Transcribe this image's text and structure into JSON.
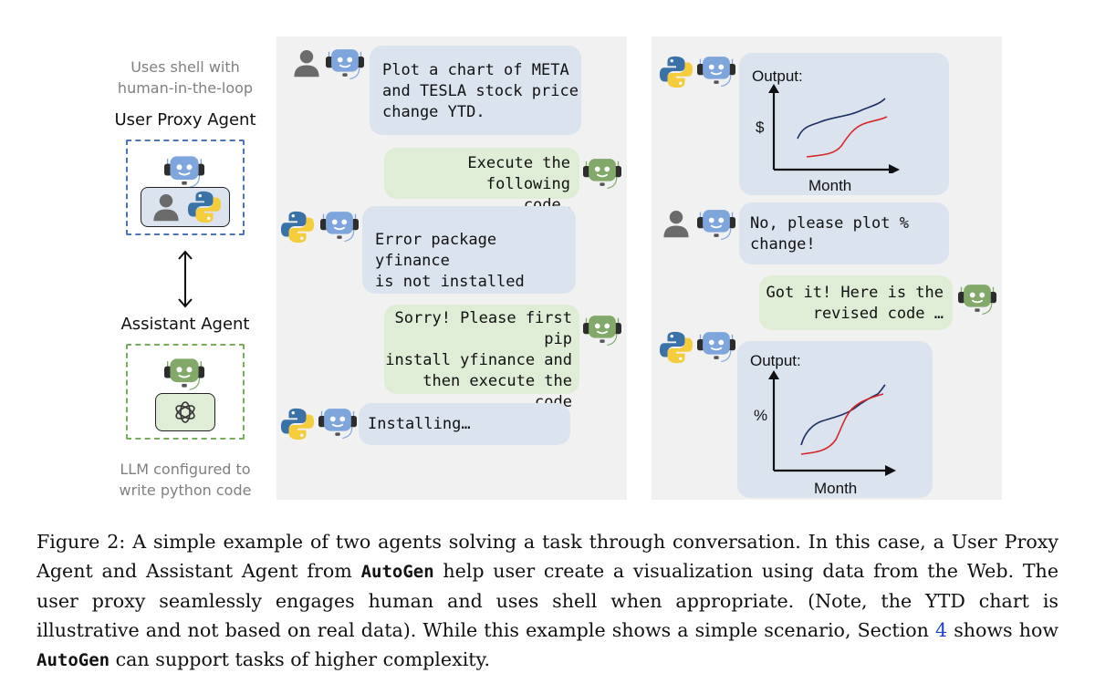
{
  "legend": {
    "user_proxy_note_1": "Uses shell with",
    "user_proxy_note_2": "human-in-the-loop",
    "user_proxy_title": "User Proxy Agent",
    "assistant_title": "Assistant Agent",
    "assistant_note_1": "LLM configured to",
    "assistant_note_2": "write python code"
  },
  "conversation_left": {
    "msg1": "Plot a chart of META\nand TESLA stock price\nchange YTD.",
    "msg2": "Execute the following\ncode…",
    "msg3": "Error package yfinance\nis not installed",
    "msg4": "Sorry! Please first pip\ninstall yfinance and\nthen execute the\ncode",
    "msg5": "Installing…"
  },
  "conversation_right": {
    "chart1": {
      "title": "Output:",
      "ylabel": "$",
      "xlabel": "Month"
    },
    "msg6": "No, please plot %\nchange!",
    "msg7": "Got it! Here is the\nrevised code …",
    "chart2": {
      "title": "Output:",
      "ylabel": "%",
      "xlabel": "Month"
    }
  },
  "caption": {
    "part1": "Figure 2:  A simple example of two agents solving a task through conversation.  In this case, a User Proxy Agent and Assistant Agent from ",
    "autogen1": "AutoGen",
    "part2": " help user create a visualization using data from the Web.  The user proxy seamlessly engages human and uses shell when appropriate.  (Note, the YTD chart is illustrative and not based on real data).  While this example shows a simple scenario, Section ",
    "section_ref": "4",
    "part3": " shows how ",
    "autogen2": "AutoGen",
    "part4": " can support tasks of higher complexity."
  },
  "colors": {
    "blue_bubble": "#dbe3ef",
    "green_bubble": "#dfecd6",
    "panel": "#f1f1f1",
    "robot_blue": "#7ea6dd",
    "robot_green": "#82a86a",
    "python_blue": "#3a72a8",
    "python_yellow": "#f4cc3c",
    "series_navy": "#1d2f63",
    "series_red": "#d8262b",
    "link": "#1f3fcf"
  },
  "icons": [
    "person-icon",
    "robot-blue-icon",
    "robot-green-icon",
    "python-logo-icon",
    "openai-logo-icon",
    "double-arrow-icon"
  ]
}
